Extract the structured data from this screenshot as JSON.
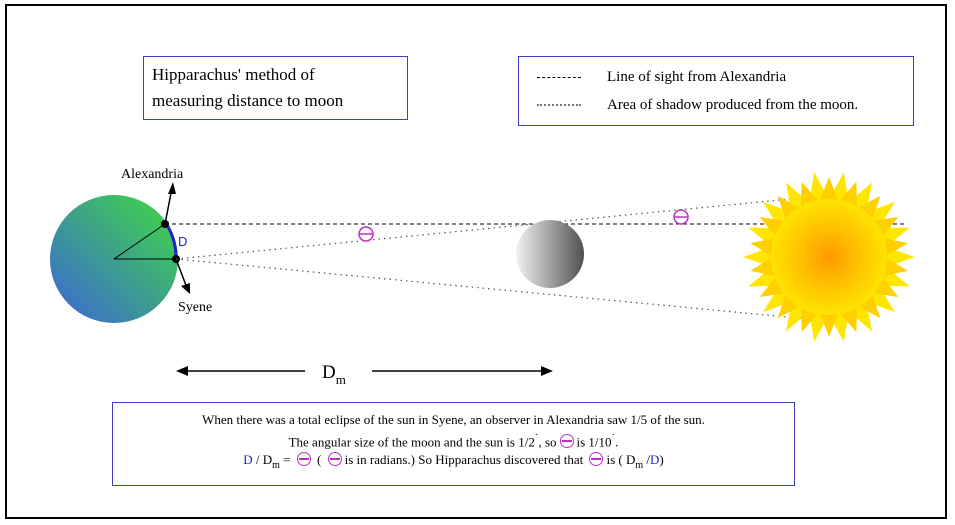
{
  "title": {
    "line1": "Hipparachus' method of",
    "line2": "measuring distance to moon"
  },
  "legend": {
    "dashed": "Line of sight from Alexandria",
    "dotted": "Area of shadow produced from the moon."
  },
  "labels": {
    "alexandria": "Alexandria",
    "syene": "Syene",
    "d": "D",
    "dm_d": "D",
    "dm_sub": "m"
  },
  "note": {
    "line1": "When there was a total eclipse of the sun in Syene, an observer in Alexandria saw 1/5 of the sun.",
    "line2a": "The angular size of the moon and the sun is 1/2",
    "line2b": ", so",
    "line2c": "is 1/10",
    "line2d": ".",
    "line3_d": "D",
    "line3_slash": " / D",
    "line3_m": "m",
    "line3_eq": " = ",
    "line3_paren": " ( ",
    "line3_rad": "is in radians.)    So Hipparachus discovered that ",
    "line3_is": "is ( D",
    "line3_m2": "m",
    "line3_slash2": " /",
    "line3_d2": "D",
    "line3_close": ")"
  },
  "colors": {
    "earth_start": "#3b6fd8",
    "earth_end": "#3fd84a",
    "theta": "#c030c0",
    "d_label": "#2222cc",
    "sun_outer": "#ffd400",
    "sun_inner": "#ff9a00"
  }
}
